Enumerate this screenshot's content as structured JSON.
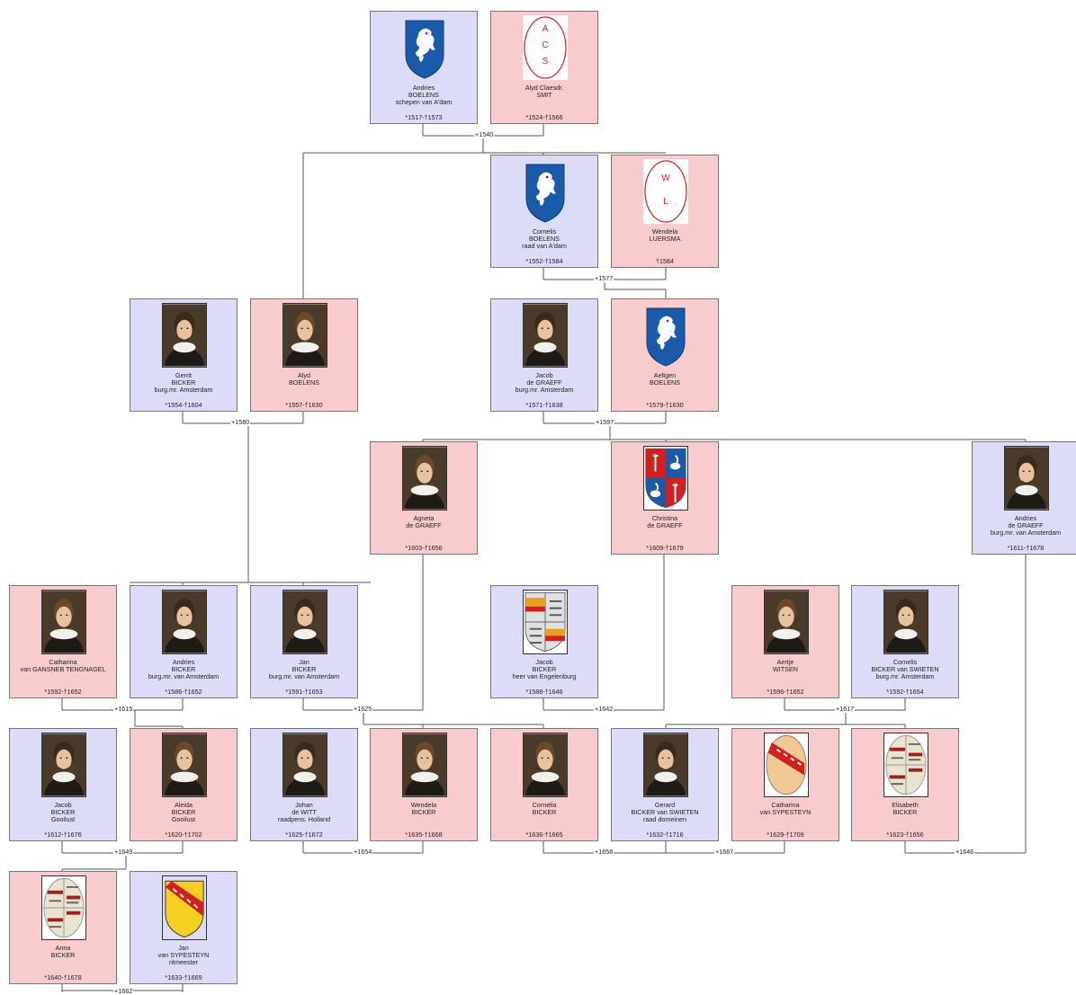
{
  "persons": [
    {
      "id": "andries-boelens-1517",
      "sex": "m",
      "pic": "shield",
      "lines": [
        "Andries",
        "BOELENS",
        "schepen van A'dam"
      ],
      "dates": "*1517-†1573"
    },
    {
      "id": "alyd-claesdr-smit",
      "sex": "f",
      "pic": "initials",
      "initials": [
        "A",
        "C",
        "S"
      ],
      "lines": [
        "Alyd Claesdr.",
        "SMIT"
      ],
      "dates": "*1524-†1566"
    },
    {
      "id": "cornelis-boelens",
      "sex": "m",
      "pic": "shield",
      "lines": [
        "Cornelis",
        "BOELENS",
        "raad van A'dam"
      ],
      "dates": "*1552-†1584"
    },
    {
      "id": "wendela-luersma",
      "sex": "f",
      "pic": "initials",
      "initials": [
        "W",
        "L"
      ],
      "lines": [
        "Wendela",
        "LUERSMA"
      ],
      "dates": "†1584"
    },
    {
      "id": "gerrit-bicker",
      "sex": "m",
      "pic": "portrait",
      "lines": [
        "Gerrit",
        "BICKER",
        "burg.mr. Amsterdam"
      ],
      "dates": "*1554-†1604"
    },
    {
      "id": "alyd-boelens",
      "sex": "f",
      "pic": "portrait",
      "lines": [
        "Alyd",
        "BOELENS"
      ],
      "dates": "*1557-†1630"
    },
    {
      "id": "jacob-de-graeff",
      "sex": "m",
      "pic": "portrait",
      "lines": [
        "Jacob",
        "de GRAEFF",
        "burg.mr. Amsterdam"
      ],
      "dates": "*1571-†1638"
    },
    {
      "id": "aeltgen-boelens",
      "sex": "f",
      "pic": "shield",
      "lines": [
        "Aeltgen",
        "BOELENS"
      ],
      "dates": "*1579-†1630"
    },
    {
      "id": "agneta-de-graeff",
      "sex": "f",
      "pic": "portrait",
      "lines": [
        "Agneta",
        "de GRAEFF"
      ],
      "dates": "*1603-†1656"
    },
    {
      "id": "christina-de-graeff",
      "sex": "f",
      "pic": "quartered",
      "lines": [
        "Christina",
        "de GRAEFF"
      ],
      "dates": "*1609-†1679"
    },
    {
      "id": "andries-de-graeff",
      "sex": "m",
      "pic": "portrait",
      "lines": [
        "Andries",
        "de GRAEFF",
        "burg.mr. van Amsterdam"
      ],
      "dates": "*1611-†1678"
    },
    {
      "id": "catharina-van-gansneb",
      "sex": "f",
      "pic": "portrait",
      "lines": [
        "Catharina",
        "van GANSNEB TENGNAGEL"
      ],
      "dates": "*1592-†1652"
    },
    {
      "id": "andries-bicker",
      "sex": "m",
      "pic": "portrait",
      "lines": [
        "Andries",
        "BICKER",
        "burg.mr. van Amsterdam"
      ],
      "dates": "*1586-†1652"
    },
    {
      "id": "jan-bicker",
      "sex": "m",
      "pic": "portrait",
      "lines": [
        "Jan",
        "BICKER",
        "burg.mr. van Amsterdam"
      ],
      "dates": "*1591-†1653"
    },
    {
      "id": "jacob-bicker-engelenburg",
      "sex": "m",
      "pic": "bickerarms",
      "lines": [
        "Jacob",
        "BICKER",
        "heer van Engelenburg"
      ],
      "dates": "*1588-†1646"
    },
    {
      "id": "aertje-witsen",
      "sex": "f",
      "pic": "portrait",
      "lines": [
        "Aertje",
        "WITSEN"
      ],
      "dates": "*1596-†1652"
    },
    {
      "id": "cornelis-bicker-swieten",
      "sex": "m",
      "pic": "portrait",
      "lines": [
        "Cornelis",
        "BICKER van SWIETEN",
        "burg.mr. Amsterdam"
      ],
      "dates": "*1592-†1654"
    },
    {
      "id": "jacob-bicker-gooilust",
      "sex": "m",
      "pic": "portrait",
      "lines": [
        "Jacob",
        "BICKER",
        "Gooilust"
      ],
      "dates": "*1612-†1676"
    },
    {
      "id": "aleida-bicker",
      "sex": "f",
      "pic": "portrait",
      "lines": [
        "Aleida",
        "BICKER",
        "Gooilust"
      ],
      "dates": "*1620-†1702"
    },
    {
      "id": "johan-de-witt",
      "sex": "m",
      "pic": "portrait",
      "lines": [
        "Johan",
        "de WITT",
        "raadpens. Holland"
      ],
      "dates": "*1625-†1672"
    },
    {
      "id": "wendela-bicker",
      "sex": "f",
      "pic": "portrait",
      "lines": [
        "Wendela",
        "BICKER"
      ],
      "dates": "*1635-†1668"
    },
    {
      "id": "cornelia-bicker",
      "sex": "f",
      "pic": "portrait",
      "lines": [
        "Cornelia",
        "BICKER"
      ],
      "dates": "*1636-†1665"
    },
    {
      "id": "gerard-bicker-swieten",
      "sex": "m",
      "pic": "portrait",
      "lines": [
        "Gerard",
        "BICKER van SWIETEN",
        "raad domeinen"
      ],
      "dates": "*1632-†1716"
    },
    {
      "id": "catharina-van-sypesteyn",
      "sex": "f",
      "pic": "sypesteyn",
      "lines": [
        "Catharina",
        "van SYPESTEYN"
      ],
      "dates": "*1629-†1709"
    },
    {
      "id": "elisabeth-bicker",
      "sex": "f",
      "pic": "ovalarms",
      "lines": [
        "Elisabeth",
        "BICKER"
      ],
      "dates": "*1623-†1656"
    },
    {
      "id": "anna-bicker",
      "sex": "f",
      "pic": "ovalarms",
      "lines": [
        "Anna",
        "BICKER"
      ],
      "dates": "*1640-†1678"
    },
    {
      "id": "jan-van-sypesteyn",
      "sex": "m",
      "pic": "shieldsyp",
      "lines": [
        "Jan",
        "van SYPESTEYN",
        "ritmeester"
      ],
      "dates": "*1633-†1669"
    }
  ],
  "marriages": [
    {
      "id": "m1540",
      "label": "+1540"
    },
    {
      "id": "m1577",
      "label": "+1577"
    },
    {
      "id": "m1580",
      "label": "+1580"
    },
    {
      "id": "m1597",
      "label": "+1597"
    },
    {
      "id": "m1615",
      "label": "+1615"
    },
    {
      "id": "m1625",
      "label": "+1625"
    },
    {
      "id": "m1642",
      "label": "+1642"
    },
    {
      "id": "m1617",
      "label": "+1617"
    },
    {
      "id": "m1649",
      "label": "+1649"
    },
    {
      "id": "m1654",
      "label": "+1654"
    },
    {
      "id": "m1658",
      "label": "+1658"
    },
    {
      "id": "m1667",
      "label": "+1667"
    },
    {
      "id": "m1646",
      "label": "+1646"
    },
    {
      "id": "m1662",
      "label": "+1662"
    }
  ],
  "colors": {
    "male": "#dcdcf8",
    "female": "#f8cccc",
    "line": "#555555",
    "shield_blue": "#1a5aa8",
    "arms_red": "#d22020"
  }
}
